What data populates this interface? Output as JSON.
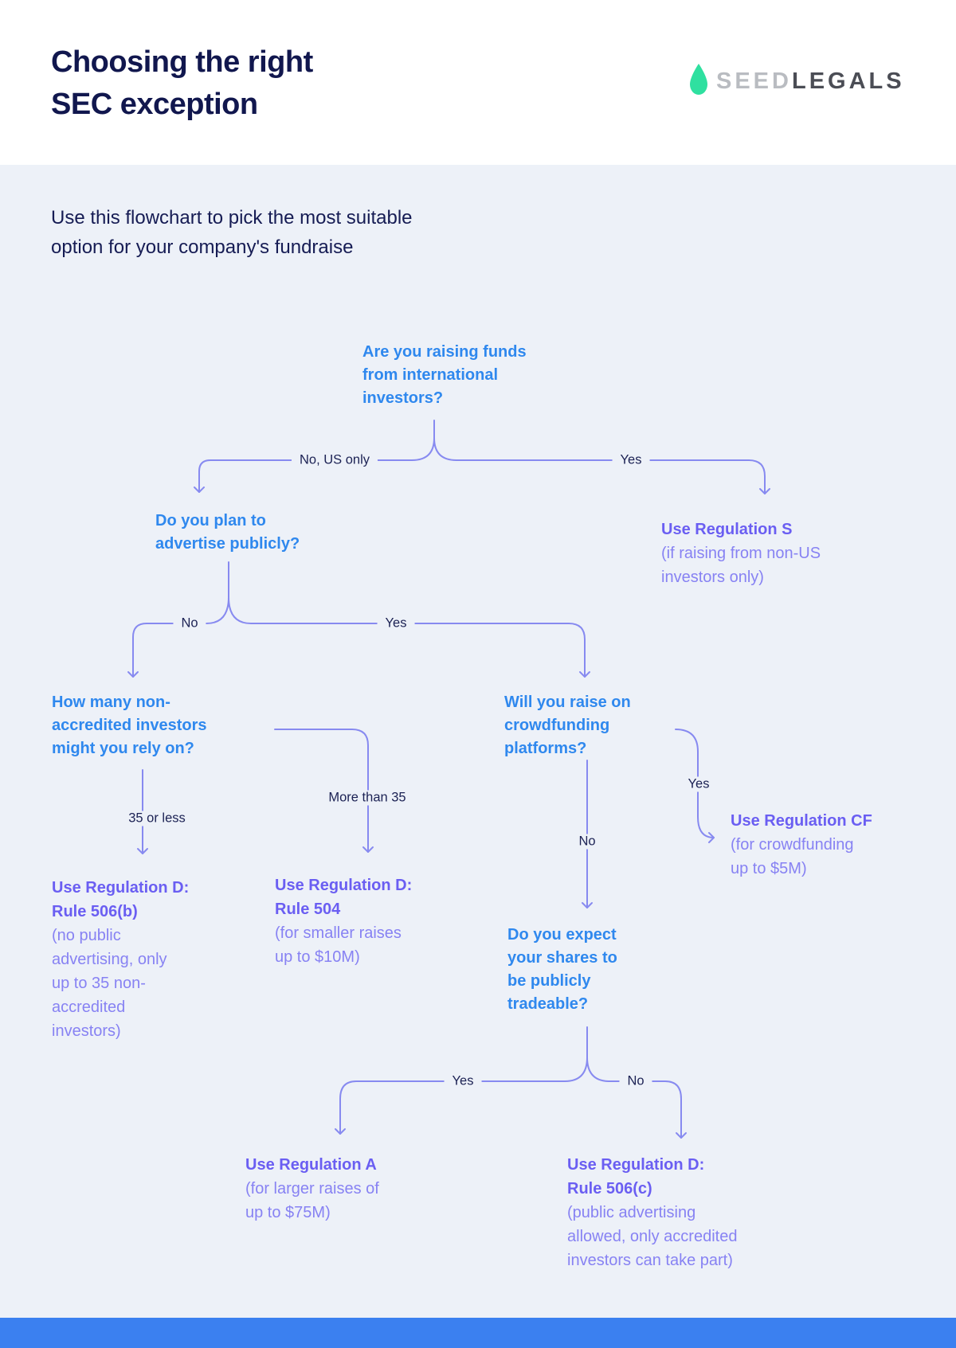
{
  "header": {
    "title_line1": "Choosing the right",
    "title_line2": "SEC exception",
    "logo": {
      "brand_seed": "SEED",
      "brand_legals": "LEGALS"
    }
  },
  "intro": {
    "line1": "Use this flowchart to pick the most suitable",
    "line2": "option for your company's fundraise"
  },
  "colors": {
    "question_blue": "#2f88ee",
    "result_heading_purple": "#6a5ef2",
    "result_body_purple": "#8782f3",
    "connector_periwinkle": "#878af0",
    "label_navy": "#1c2254",
    "title_navy": "#11174e",
    "page_background": "#edf1f8",
    "header_background": "#ffffff",
    "footer_blue": "#3b80f0",
    "logo_green": "#2fe0a0"
  },
  "flowchart": {
    "questions": [
      {
        "id": "q1",
        "lines": [
          "Are you raising funds",
          "from international",
          "investors?"
        ]
      },
      {
        "id": "q2",
        "lines": [
          "Do you plan to",
          "advertise publicly?"
        ]
      },
      {
        "id": "q3",
        "lines": [
          "How many non-",
          "accredited investors",
          "might you rely on?"
        ]
      },
      {
        "id": "q4",
        "lines": [
          "Will you raise on",
          "crowdfunding",
          "platforms?"
        ]
      },
      {
        "id": "q5",
        "lines": [
          "Do you expect",
          "your shares to",
          "be publicly",
          "tradeable?"
        ]
      }
    ],
    "branch_labels": [
      {
        "id": "b1-no",
        "text": "No, US only"
      },
      {
        "id": "b1-yes",
        "text": "Yes"
      },
      {
        "id": "b2-no",
        "text": "No"
      },
      {
        "id": "b2-yes",
        "text": "Yes"
      },
      {
        "id": "b3-less",
        "text": "35 or less"
      },
      {
        "id": "b3-more",
        "text": "More than 35"
      },
      {
        "id": "b4-yes",
        "text": "Yes"
      },
      {
        "id": "b4-no",
        "text": "No"
      },
      {
        "id": "b5-yes",
        "text": "Yes"
      },
      {
        "id": "b5-no",
        "text": "No"
      }
    ],
    "results": [
      {
        "id": "reg-s",
        "heading_lines": [
          "Use Regulation S"
        ],
        "body_lines": [
          "(if raising from non-US",
          "investors only)"
        ]
      },
      {
        "id": "reg-d-506b",
        "heading_lines": [
          "Use Regulation D:",
          "Rule 506(b)"
        ],
        "body_lines": [
          "(no public",
          "advertising, only",
          "up to 35 non-",
          "accredited",
          "investors)"
        ]
      },
      {
        "id": "reg-d-504",
        "heading_lines": [
          "Use Regulation D:",
          "Rule 504"
        ],
        "body_lines": [
          "(for smaller raises",
          "up to $10M)"
        ]
      },
      {
        "id": "reg-cf",
        "heading_lines": [
          "Use Regulation CF"
        ],
        "body_lines": [
          "(for crowdfunding",
          "up to $5M)"
        ]
      },
      {
        "id": "reg-a",
        "heading_lines": [
          "Use Regulation A"
        ],
        "body_lines": [
          "(for larger raises of",
          "up to $75M)"
        ]
      },
      {
        "id": "reg-d-506c",
        "heading_lines": [
          "Use Regulation D:",
          "Rule 506(c)"
        ],
        "body_lines": [
          "(public advertising",
          "allowed, only accredited",
          "investors can take part)"
        ]
      }
    ]
  }
}
